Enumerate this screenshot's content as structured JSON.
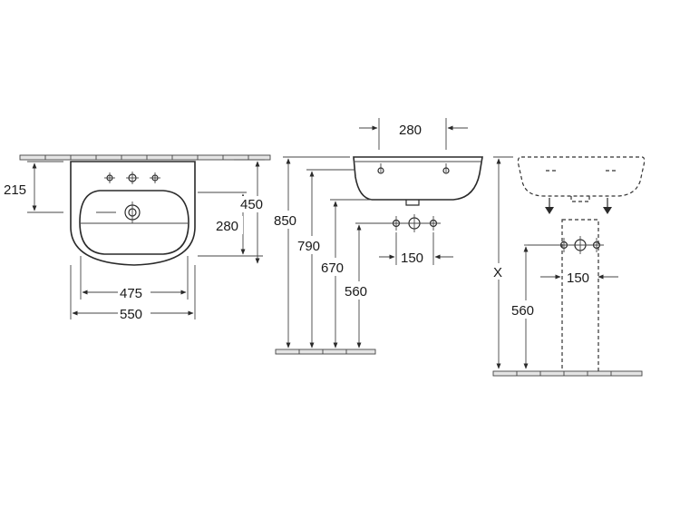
{
  "front_view": {
    "dim_width": "550",
    "dim_bowl_width": "475",
    "dim_depth": "450",
    "dim_depth_bowl": "280",
    "dim_tap_offset": "215"
  },
  "side_view": {
    "dim_top_depth": "280",
    "dim_height_850": "850",
    "dim_height_790": "790",
    "dim_height_670": "670",
    "dim_height_560": "560",
    "dim_supply_spacing": "150"
  },
  "pedestal_view": {
    "dim_variable": "X",
    "dim_height_560": "560",
    "dim_supply_spacing": "150"
  }
}
